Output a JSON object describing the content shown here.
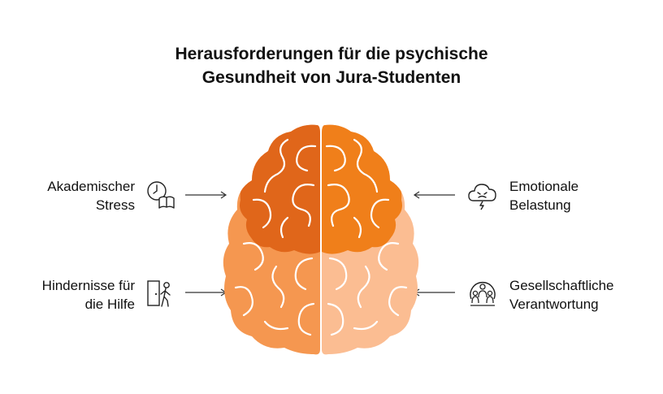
{
  "title": {
    "line1": "Herausforderungen für die psychische",
    "line2": "Gesundheit von Jura-Studenten"
  },
  "items": [
    {
      "line1": "Akademischer",
      "line2": "Stress",
      "icon": "clock-book-icon",
      "color": "#e0661a"
    },
    {
      "line1": "Emotionale",
      "line2": "Belastung",
      "icon": "storm-cloud-icon",
      "color": "#f07f1a"
    },
    {
      "line1": "Hindernisse für",
      "line2": "die Hilfe",
      "icon": "person-door-icon",
      "color": "#f59750"
    },
    {
      "line1": "Gesellschaftliche",
      "line2": "Verantwortung",
      "icon": "people-group-icon",
      "color": "#fbbd92"
    }
  ]
}
